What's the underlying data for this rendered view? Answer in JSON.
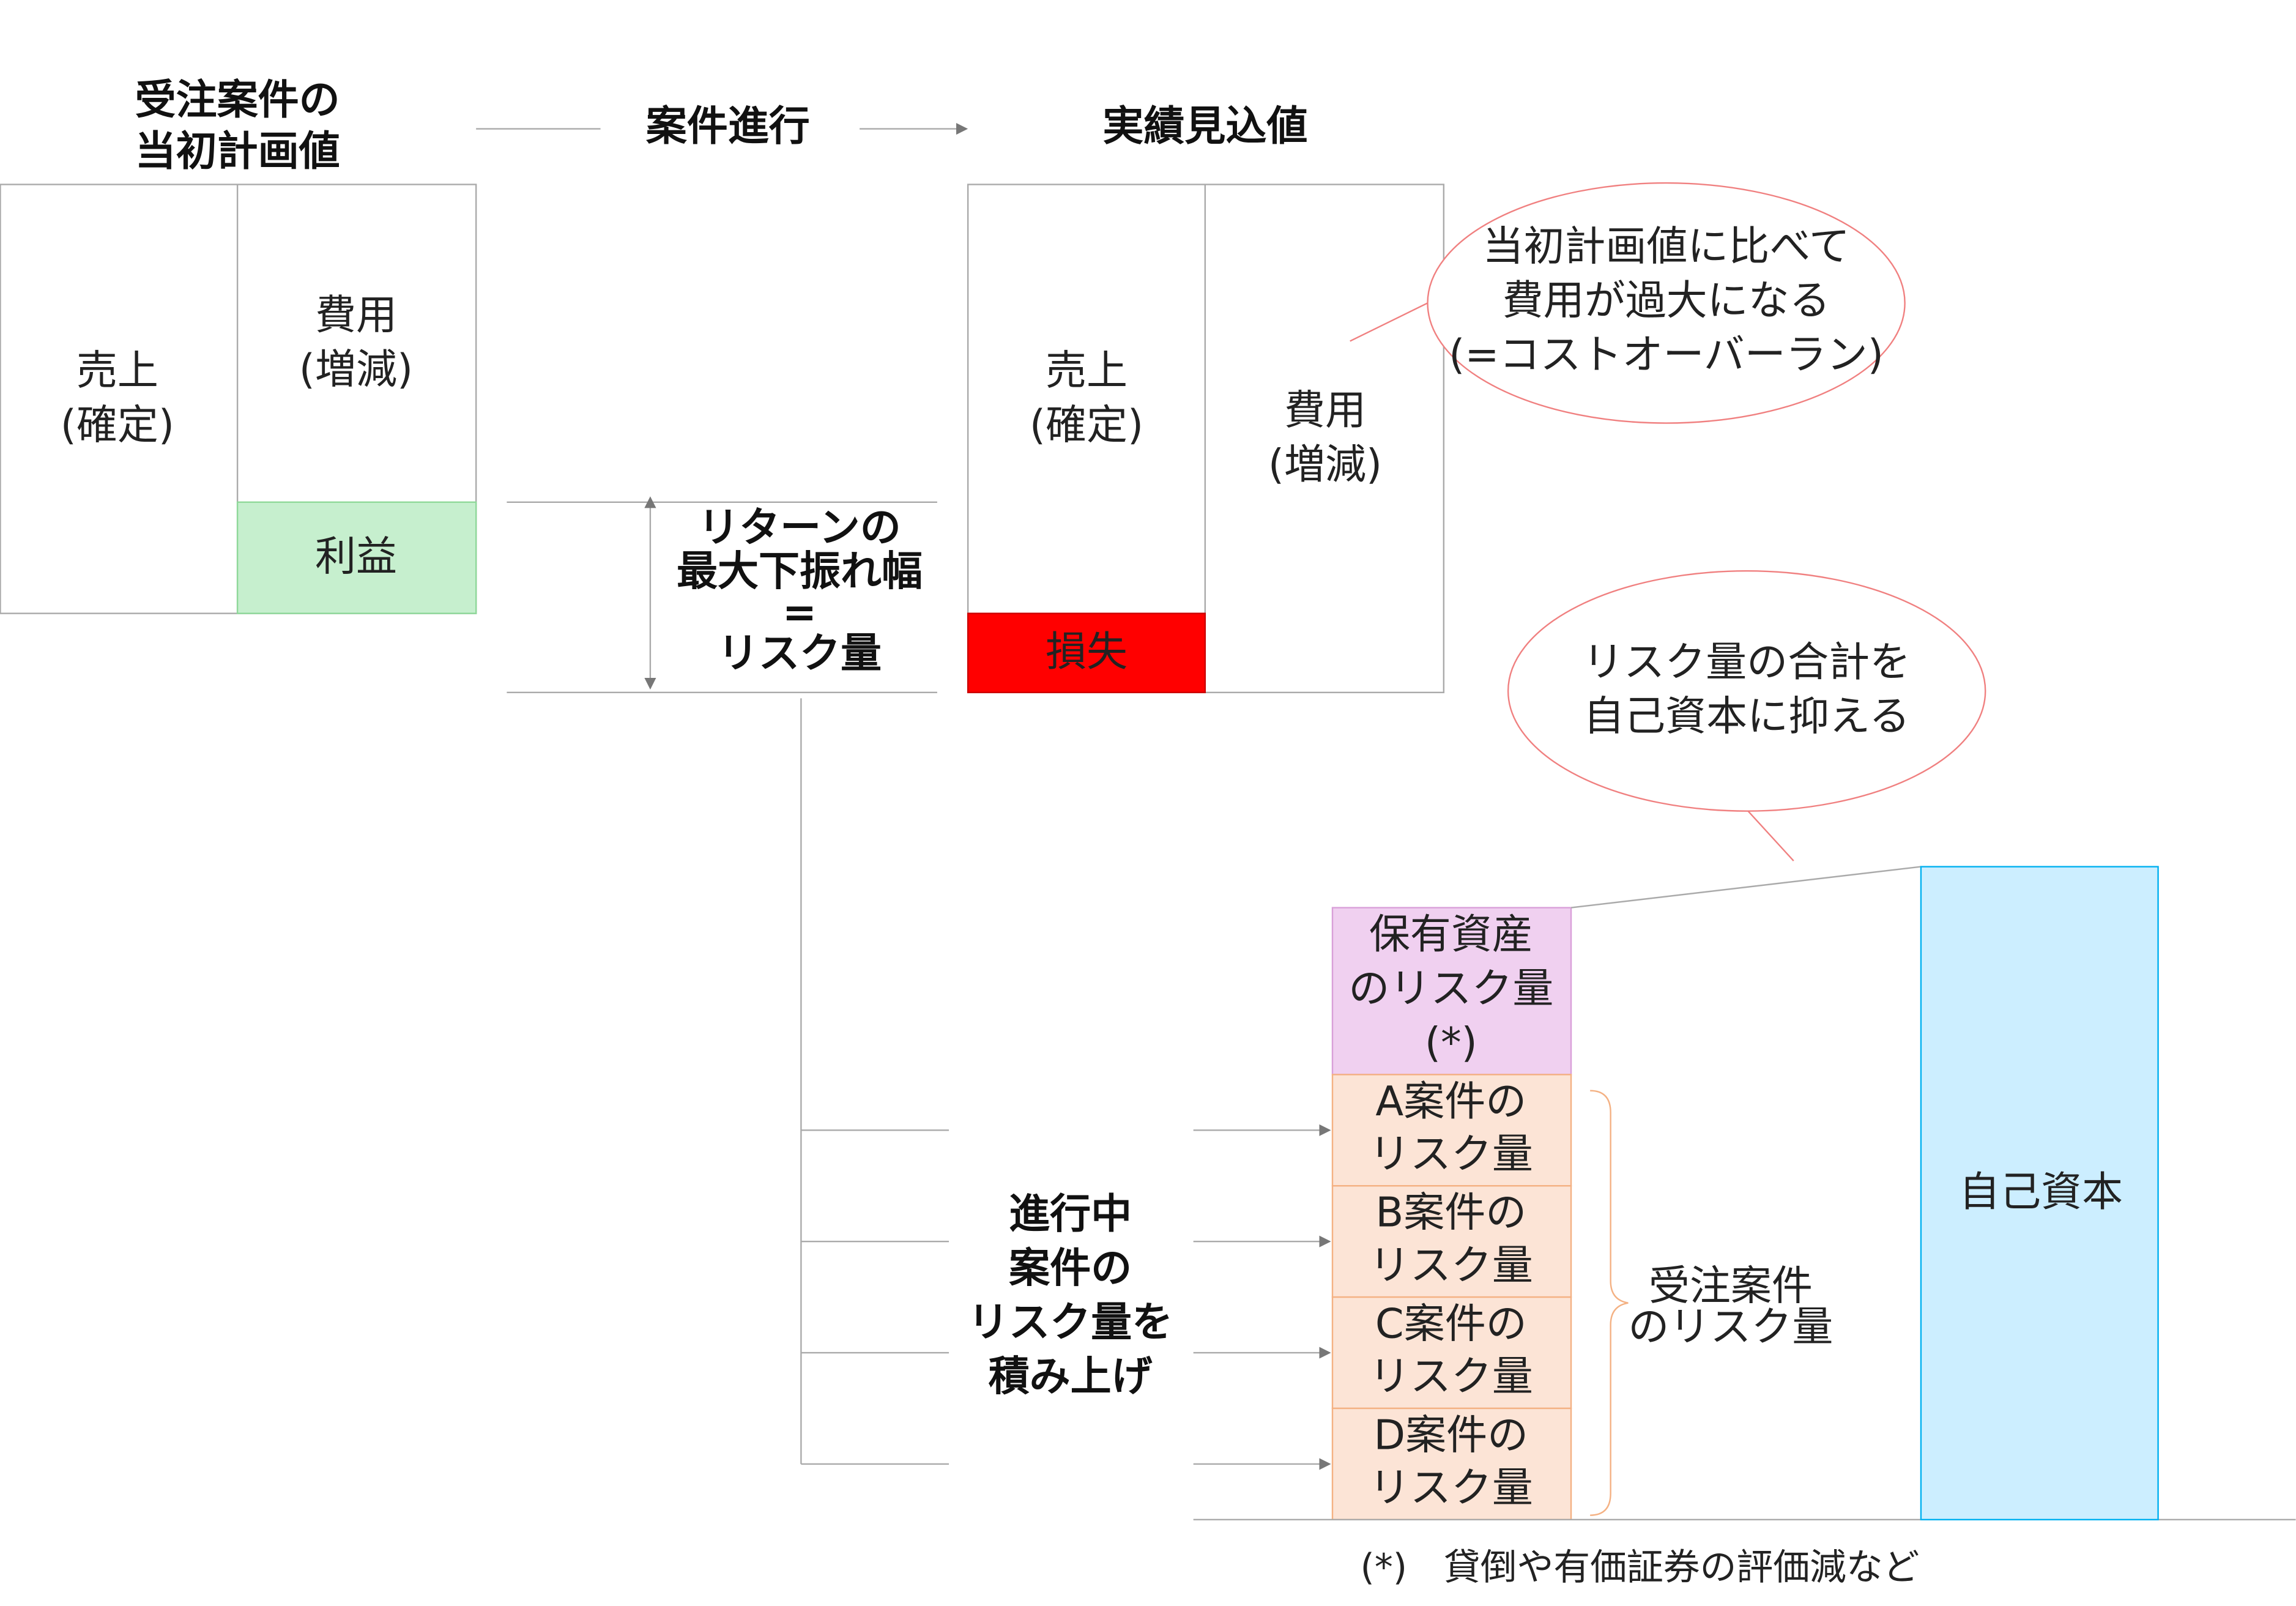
{
  "headers": {
    "initial_plan": [
      "受注案件の",
      "当初計画値"
    ],
    "progress": "案件進行",
    "actual_forecast": "実績見込値"
  },
  "plan_box": {
    "sales": [
      "売上",
      "(確定)"
    ],
    "cost": [
      "費用",
      "(増減)"
    ],
    "profit": "利益"
  },
  "risk_label": [
    "リターンの",
    "最大下振れ幅",
    "=",
    "リスク量"
  ],
  "actual_box": {
    "sales": [
      "売上",
      "(確定)"
    ],
    "cost": [
      "費用",
      "(増減)"
    ],
    "loss": "損失"
  },
  "callout_overrun": [
    "当初計画値に比べて",
    "費用が過大になる",
    "(=コストオーバーラン)"
  ],
  "callout_capital": [
    "リスク量の合計を",
    "自己資本に抑える"
  ],
  "stack_label": [
    "進行中",
    "案件の",
    "リスク量を",
    "積み上げ"
  ],
  "stack": {
    "asset_risk": [
      "保有資産",
      "のリスク量",
      "(*)"
    ],
    "projects": [
      [
        "A案件の",
        "リスク量"
      ],
      [
        "B案件の",
        "リスク量"
      ],
      [
        "C案件の",
        "リスク量"
      ],
      [
        "D案件の",
        "リスク量"
      ]
    ]
  },
  "brace_label": [
    "受注案件",
    "のリスク量"
  ],
  "equity": "自己資本",
  "footnote": "(*)　貸倒や有価証券の評価減など",
  "colors": {
    "profit": "#c6efce",
    "loss": "#ff0000",
    "asset": "#f0d0f0",
    "project": "#fce4d6",
    "equity": "#cceeff",
    "callout": "#f08080"
  }
}
